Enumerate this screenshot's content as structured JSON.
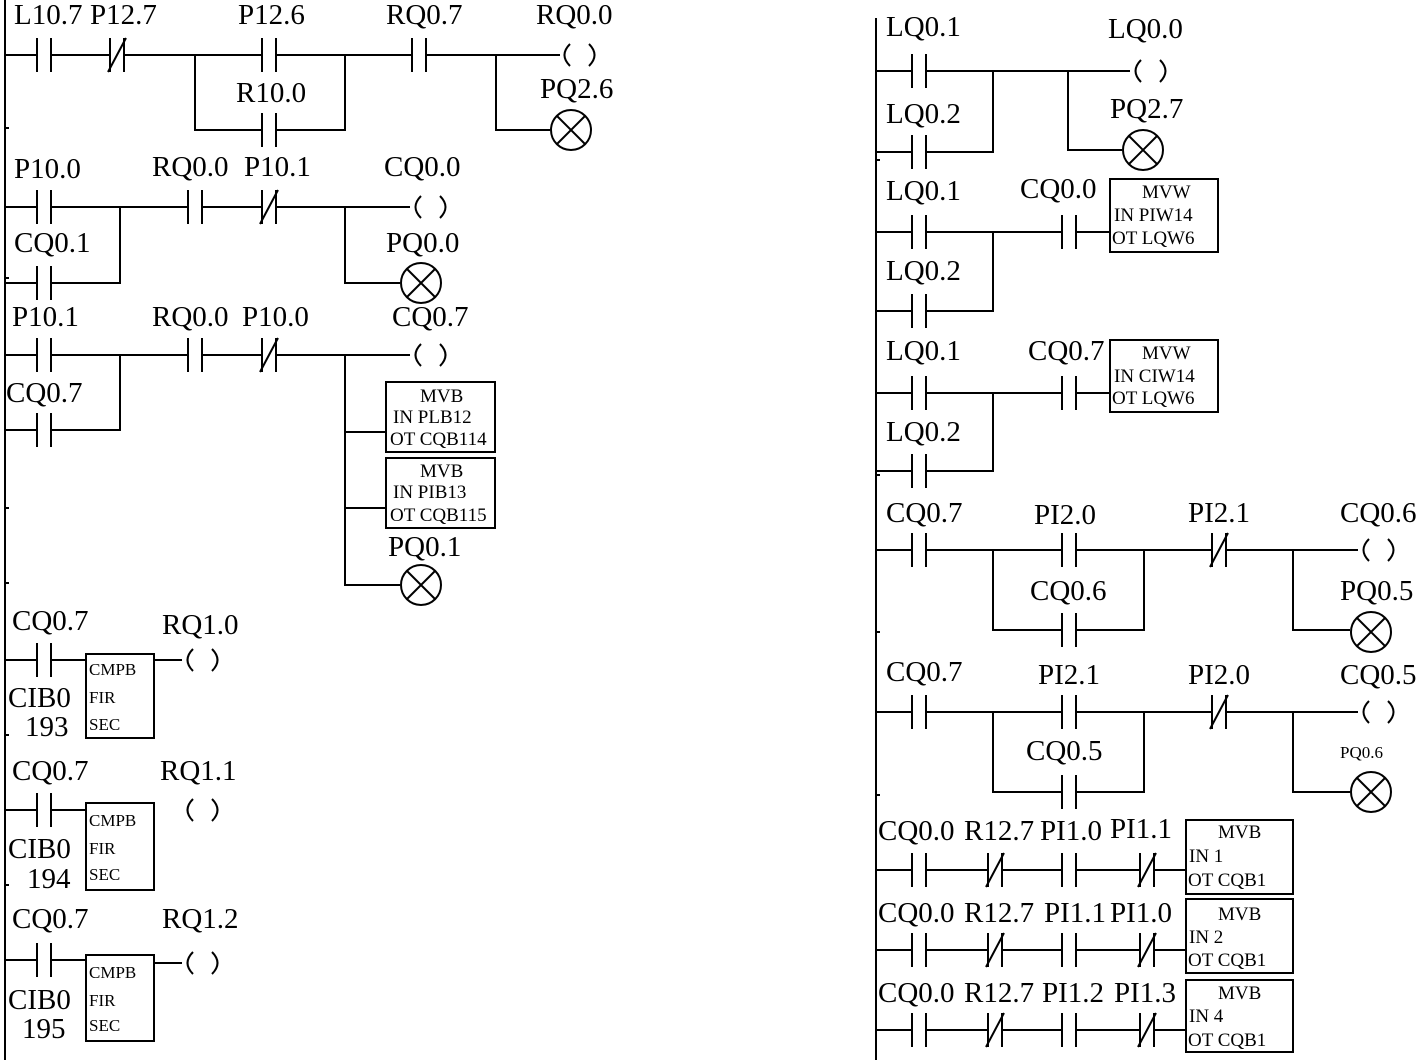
{
  "left_rungs": {
    "r1": {
      "c1": "L10.7",
      "c2": "P12.7",
      "c3": "P12.6",
      "c3b": "R10.0",
      "c4": "RQ0.7",
      "coil": "RQ0.0",
      "lamp": "PQ2.6"
    },
    "r2": {
      "c1": "P10.0",
      "c1b": "CQ0.1",
      "c2": "RQ0.0",
      "c3": "P10.1",
      "coil": "CQ0.0",
      "lamp": "PQ0.0"
    },
    "r3": {
      "c1": "P10.1",
      "c1b": "CQ0.7",
      "c2": "RQ0.0",
      "c3": "P10.0",
      "coil": "CQ0.7",
      "box1": {
        "op": "MVB",
        "in": "IN PLB12",
        "ot": "OT CQB114"
      },
      "box2": {
        "op": "MVB",
        "in": "IN PIB13",
        "ot": "OT CQB115"
      },
      "lamp": "PQ0.1"
    },
    "r4": {
      "c1": "CQ0.7",
      "fir_a": "CIB0",
      "fir_b": "193",
      "op": "CMPB",
      "fir": "FIR",
      "sec": "SEC",
      "coil": "RQ1.0"
    },
    "r5": {
      "c1": "CQ0.7",
      "fir_a": "CIB0",
      "fir_b": "194",
      "op": "CMPB",
      "fir": "FIR",
      "sec": "SEC",
      "coil": "RQ1.1"
    },
    "r6": {
      "c1": "CQ0.7",
      "fir_a": "CIB0",
      "fir_b": "195",
      "op": "CMPB",
      "fir": "FIR",
      "sec": "SEC",
      "coil": "RQ1.2"
    }
  },
  "right_rungs": {
    "r1": {
      "c1": "LQ0.1",
      "c1b": "LQ0.2",
      "coil": "LQ0.0",
      "lamp": "PQ2.7"
    },
    "r2": {
      "c1": "LQ0.1",
      "c1b": "LQ0.2",
      "c2": "CQ0.0",
      "box": {
        "op": "MVW",
        "in": "IN PIW14",
        "ot": "OT LQW6"
      }
    },
    "r3": {
      "c1": "LQ0.1",
      "c1b": "LQ0.2",
      "c2": "CQ0.7",
      "box": {
        "op": "MVW",
        "in": "IN CIW14",
        "ot": "OT LQW6"
      }
    },
    "r4": {
      "c1": "CQ0.7",
      "c2": "PI2.0",
      "c2b": "CQ0.6",
      "c3": "PI2.1",
      "coil": "CQ0.6",
      "lamp": "PQ0.5"
    },
    "r5": {
      "c1": "CQ0.7",
      "c2": "PI2.1",
      "c2b": "CQ0.5",
      "c3": "PI2.0",
      "coil": "CQ0.5",
      "lamp": "PQ0.6"
    },
    "r6": {
      "c1": "CQ0.0",
      "c2": "R12.7",
      "c3": "PI1.0",
      "c4": "PI1.1",
      "box": {
        "op": "MVB",
        "in": "IN  1",
        "ot": "OT CQB1"
      }
    },
    "r7": {
      "c1": "CQ0.0",
      "c2": "R12.7",
      "c3": "PI1.1",
      "c4": "PI1.0",
      "box": {
        "op": "MVB",
        "in": "IN  2",
        "ot": "OT CQB1"
      }
    },
    "r8": {
      "c1": "CQ0.0",
      "c2": "R12.7",
      "c3": "PI1.2",
      "c4": "PI1.3",
      "box": {
        "op": "MVB",
        "in": "IN  4",
        "ot": "OT CQB1"
      }
    }
  }
}
